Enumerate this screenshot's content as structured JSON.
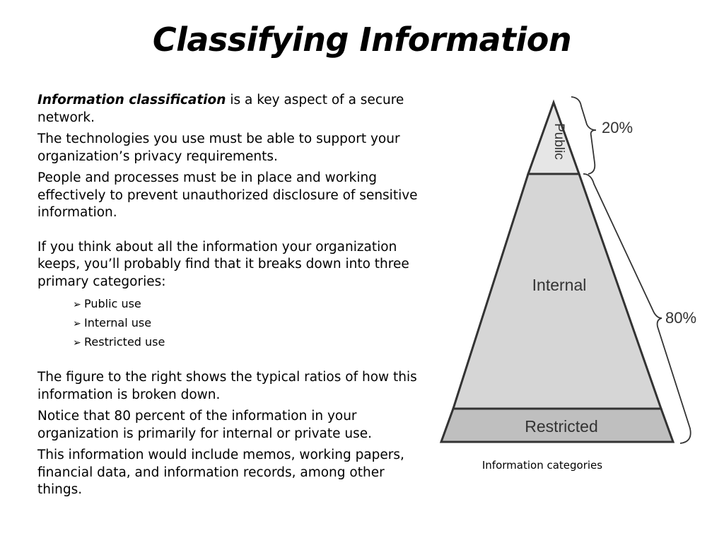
{
  "slide": {
    "title": "Classifying Information",
    "paragraphs": {
      "p1_lead": "Information classification",
      "p1_rest": " is a key aspect of a secure network.",
      "p2": "The technologies you use must be able to support your organization’s privacy requirements.",
      "p3": "People and processes must be in place and working effectively to prevent unauthorized disclosure of sensitive information.",
      "p4": "If you think about all the information your organization keeps, you’ll probably find that it breaks down into three primary categories:",
      "p5": "The figure to the right shows the typical ratios of how this information is broken down.",
      "p6": "Notice that 80 percent of the information in your organization is primarily for internal or private use.",
      "p7": "This information would include memos, working papers, financial data, and information records, among other things."
    },
    "categories": [
      "Public use",
      "Internal use",
      "Restricted use"
    ],
    "bullet_icon": "arrow-bullet-icon"
  },
  "figure": {
    "caption": "Information categories",
    "levels": [
      {
        "label": "Public",
        "color": "#e6e6e6"
      },
      {
        "label": "Internal",
        "color": "#d6d6d6"
      },
      {
        "label": "Restricted",
        "color": "#bfbfbf"
      }
    ],
    "brackets": [
      {
        "label": "20%"
      },
      {
        "label": "80%"
      }
    ],
    "outline_color": "#333333"
  }
}
